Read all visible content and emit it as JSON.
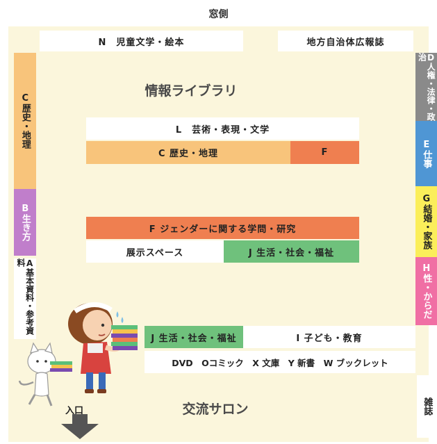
{
  "window_label": "窓側",
  "title": "情報ライブラリ",
  "lounge": "交流サロン",
  "entrance": "入口",
  "top_shelves": {
    "children": "N　児童文学・絵本",
    "local_gov": "地方自治体広報誌"
  },
  "left_wall": {
    "history": "C歴史・地理",
    "way_of_life": "B生き方",
    "reference": "A基本資料・参考資料"
  },
  "right_wall": {
    "rights": "D人権・法律・政治",
    "work": "E仕事",
    "marriage": "G結婚・家族",
    "body": "H性・からだ",
    "magazines": "雑誌"
  },
  "center": {
    "arts": "L　芸術・表現・文学",
    "history": "C  歴史・地理",
    "f_short": "F",
    "gender": "F  ジェンダーに関する学問・研究",
    "exhibit": "展示スペース",
    "life1": "J 生活・社会・福祉"
  },
  "bottom": {
    "life2": "J 生活・社会・福祉",
    "children": "I 子ども・教育",
    "media": "DVD　Oコミック　X 文庫　Y 新書　W ブックレット"
  },
  "colors": {
    "floor": "#fbf6dc",
    "orange_light": "#f8c47b",
    "orange_dark": "#ef7f50",
    "green": "#6fc17c",
    "purple": "#c07ecb",
    "gray": "#8a8a8a",
    "blue": "#4f96d4",
    "yellow": "#fbee5a",
    "pink": "#f06fa4"
  }
}
